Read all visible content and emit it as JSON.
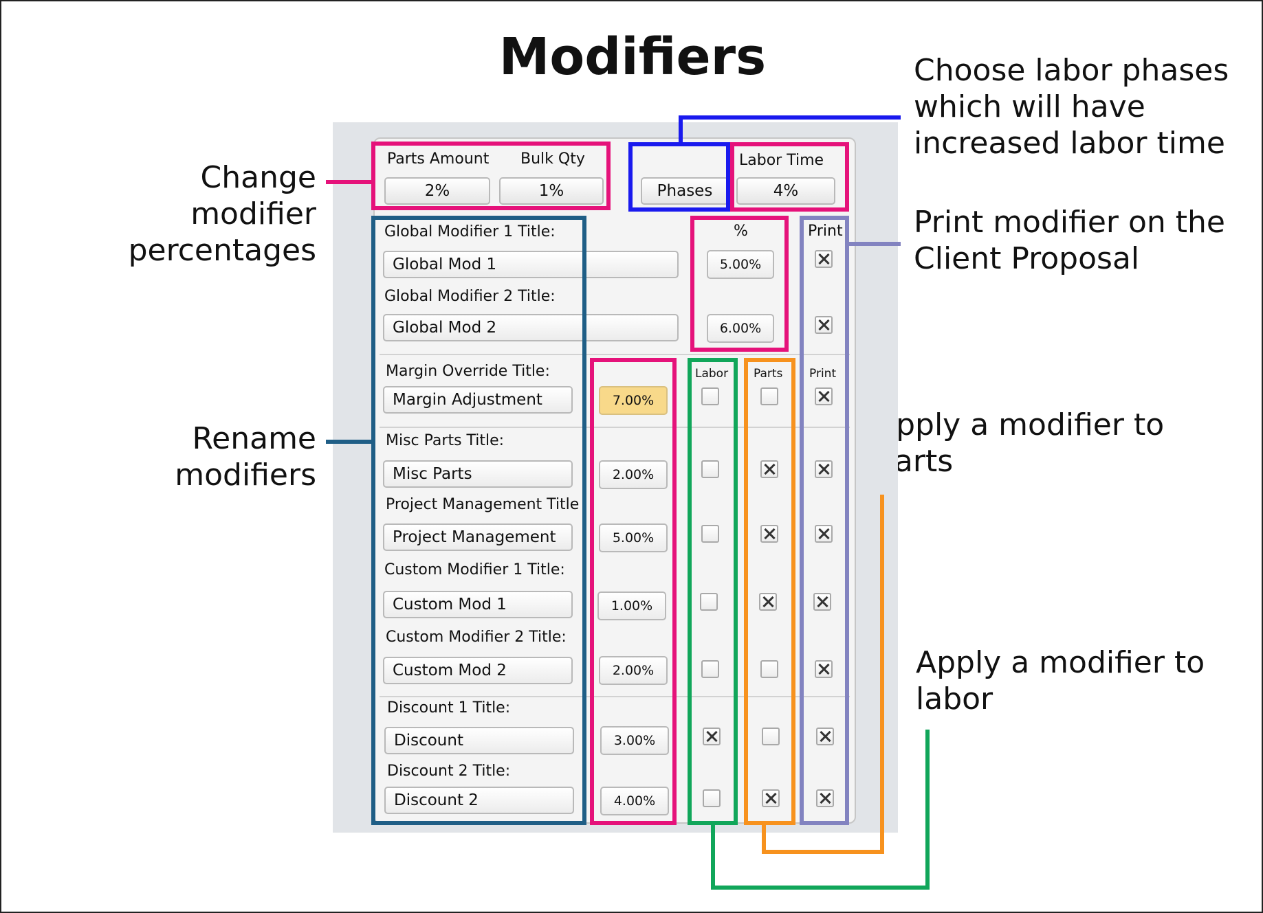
{
  "title": "Modifiers",
  "annotations": {
    "change_percentages": "Change modifier percentages",
    "rename": "Rename modifiers",
    "phases": "Choose labor phases which will have increased labor time",
    "print": "Print modifier on the Client Proposal",
    "apply_parts": "Apply a modifier to parts",
    "apply_labor": "Apply a modifier to labor"
  },
  "colors": {
    "pink": "#e5127a",
    "teal": "#1f5e86",
    "blue": "#1a1aee",
    "green": "#11a65a",
    "orange": "#f7921e",
    "purple": "#8283c0"
  },
  "top": {
    "parts_amount_label": "Parts Amount",
    "parts_amount_value": "2%",
    "bulk_qty_label": "Bulk Qty",
    "bulk_qty_value": "1%",
    "phases_button": "Phases",
    "labor_time_label": "Labor Time",
    "labor_time_value": "4%"
  },
  "global": {
    "pct_header": "%",
    "print_header": "Print",
    "rows": [
      {
        "label": "Global Modifier 1 Title:",
        "value": "Global Mod 1",
        "pct": "5.00%",
        "print": true
      },
      {
        "label": "Global Modifier 2 Title:",
        "value": "Global Mod 2",
        "pct": "6.00%",
        "print": true
      }
    ]
  },
  "modifiers": {
    "labor_header": "Labor",
    "parts_header": "Parts",
    "print_header": "Print",
    "rows": [
      {
        "label": "Margin Override Title:",
        "value": "Margin Adjustment",
        "pct": "7.00%",
        "labor": false,
        "parts": false,
        "print": true
      },
      {
        "label": "Misc Parts Title:",
        "value": "Misc Parts",
        "pct": "2.00%",
        "labor": false,
        "parts": true,
        "print": true
      },
      {
        "label": "Project Management Title",
        "value": "Project Management",
        "pct": "5.00%",
        "labor": false,
        "parts": true,
        "print": true
      },
      {
        "label": "Custom Modifier 1 Title:",
        "value": "Custom Mod 1",
        "pct": "1.00%",
        "labor": false,
        "parts": true,
        "print": true
      },
      {
        "label": "Custom Modifier 2 Title:",
        "value": "Custom Mod 2",
        "pct": "2.00%",
        "labor": false,
        "parts": false,
        "print": true
      },
      {
        "label": "Discount 1 Title:",
        "value": "Discount",
        "pct": "3.00%",
        "labor": true,
        "parts": false,
        "print": true
      },
      {
        "label": "Discount 2 Title:",
        "value": "Discount 2",
        "pct": "4.00%",
        "labor": false,
        "parts": true,
        "print": true
      }
    ]
  }
}
